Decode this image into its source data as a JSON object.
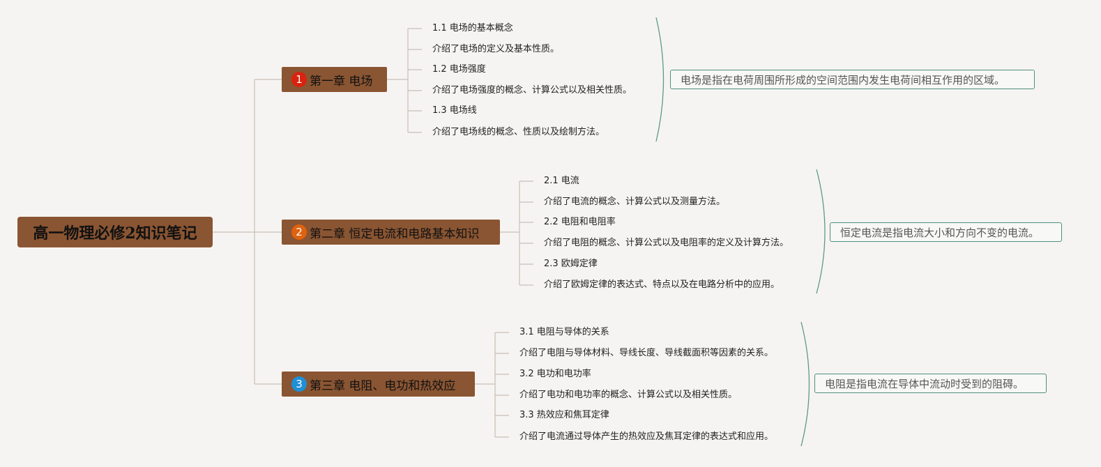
{
  "root": {
    "title": "高一物理必修2知识笔记"
  },
  "colors": {
    "node_fill": "#8a5532",
    "line": "#c9bdb5",
    "brace": "#5b9a87"
  },
  "chapters": [
    {
      "number": "1",
      "title": "第一章 电场",
      "badge_color": "#d9230f",
      "items": [
        "1.1 电场的基本概念",
        "介绍了电场的定义及基本性质。",
        "1.2 电场强度",
        "介绍了电场强度的概念、计算公式以及相关性质。",
        "1.3 电场线",
        "介绍了电场线的概念、性质以及绘制方法。"
      ],
      "summary": "电场是指在电荷周围所形成的空间范围内发生电荷间相互作用的区域。"
    },
    {
      "number": "2",
      "title": "第二章 恒定电流和电路基本知识",
      "badge_color": "#e0620f",
      "items": [
        "2.1 电流",
        "介绍了电流的概念、计算公式以及测量方法。",
        "2.2 电阻和电阻率",
        "介绍了电阻的概念、计算公式以及电阻率的定义及计算方法。",
        "2.3 欧姆定律",
        "介绍了欧姆定律的表达式、特点以及在电路分析中的应用。"
      ],
      "summary": "恒定电流是指电流大小和方向不变的电流。"
    },
    {
      "number": "3",
      "title": "第三章 电阻、电功和热效应",
      "badge_color": "#1f8fd6",
      "items": [
        "3.1 电阻与导体的关系",
        "介绍了电阻与导体材料、导线长度、导线截面积等因素的关系。",
        "3.2 电功和电功率",
        "介绍了电功和电功率的概念、计算公式以及相关性质。",
        "3.3 热效应和焦耳定律",
        "介绍了电流通过导体产生的热效应及焦耳定律的表达式和应用。"
      ],
      "summary": "电阻是指电流在导体中流动时受到的阻碍。"
    }
  ]
}
